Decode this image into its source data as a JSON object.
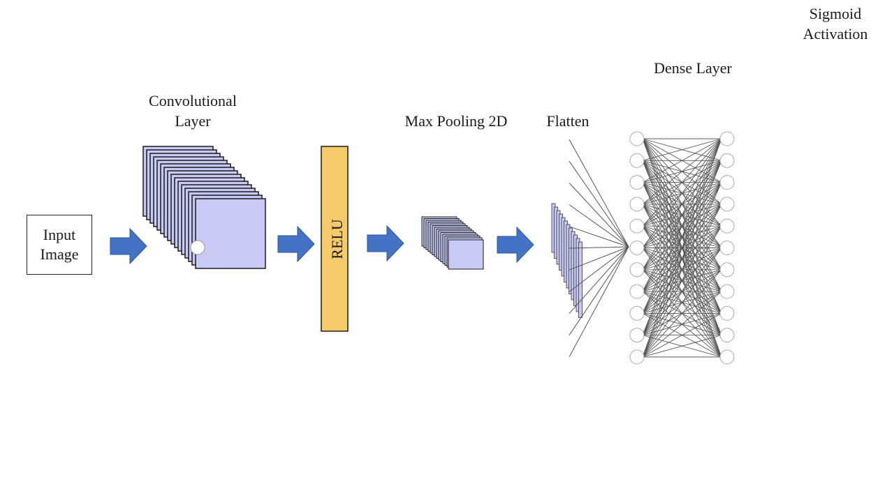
{
  "labels": {
    "input_line1": "Input",
    "input_line2": "Image",
    "conv_line1": "Convolutional",
    "conv_line2": "Layer",
    "relu": "RELU",
    "maxpool": "Max Pooling 2D",
    "flatten": "Flatten",
    "dense": "Dense Layer",
    "sigmoid_line1": "Sigmoid",
    "sigmoid_line2": "Activation"
  },
  "colors": {
    "arrow": "#4472c4",
    "feature_map": "#c9c9f5",
    "relu": "#f6c96a",
    "stroke": "#1a1a1a",
    "connection": "#555555"
  },
  "structure": {
    "conv_feature_maps": 16,
    "pool_feature_maps": 14,
    "flatten_slices": 12,
    "dense_input_nodes": 11,
    "dense_output_nodes": 11,
    "flatten_fan_lines": 11
  }
}
